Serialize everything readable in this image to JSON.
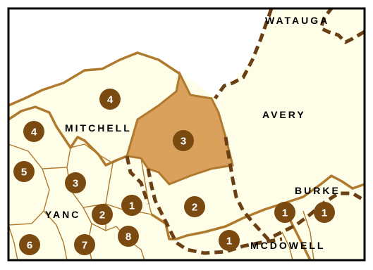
{
  "colors": {
    "background": "#fdfde8",
    "outside": "#ffffff",
    "highlight_fill": "#d9a15c",
    "border_dark": "#6b3f14",
    "border_light": "#b07a2e",
    "marker": "#7a4a10",
    "label": "#000000"
  },
  "county_labels": [
    "WATAUGA",
    "MITCHELL",
    "AVERY",
    "BURKE",
    "YANC",
    "MCDOWELL"
  ],
  "markers": [
    "4",
    "4",
    "3",
    "5",
    "3",
    "2",
    "1",
    "2",
    "8",
    "7",
    "6",
    "1",
    "1",
    "1"
  ],
  "highlighted_region_marker": "3"
}
